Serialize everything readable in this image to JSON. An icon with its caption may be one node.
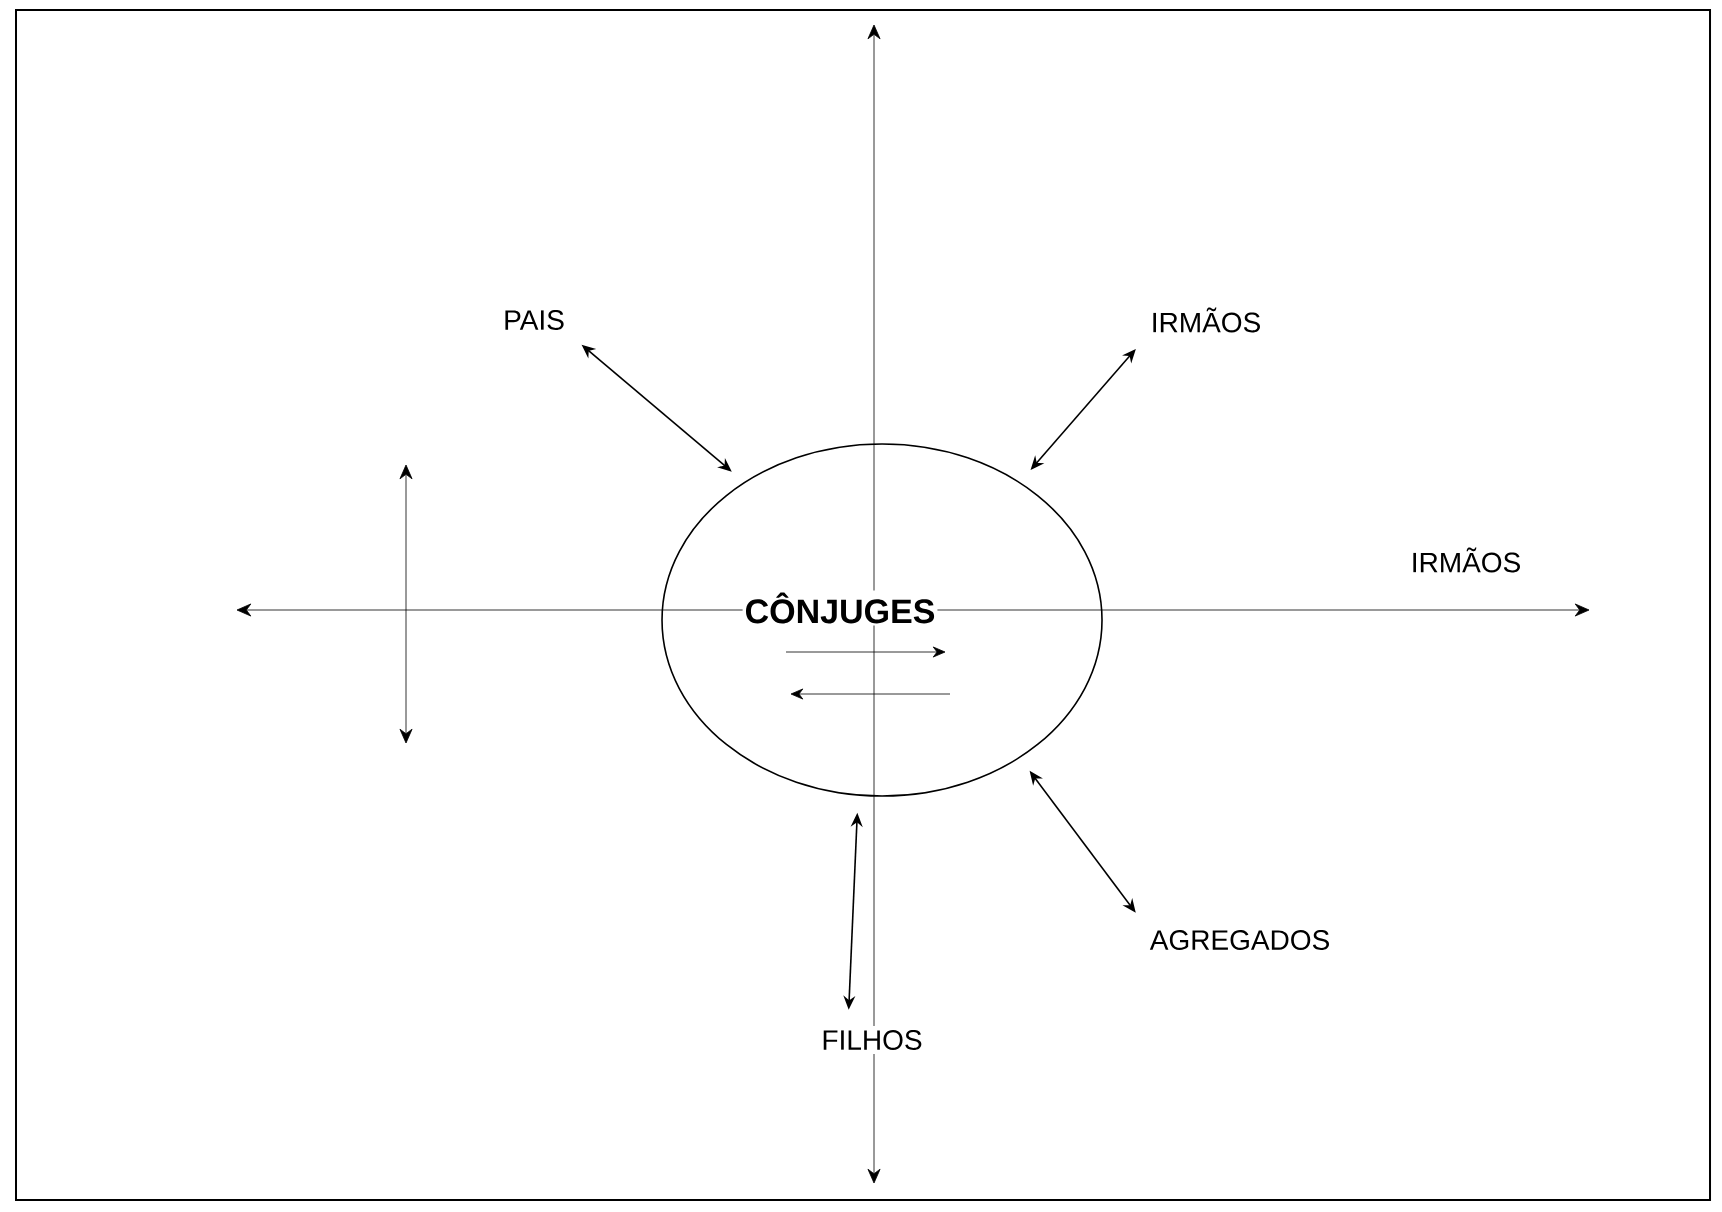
{
  "diagram": {
    "nodes": [
      {
        "text": [
          "CÔNJUGES"
        ]
      },
      {
        "text": [
          "PAIS"
        ]
      },
      {
        "text": [
          "IRMÃOS"
        ]
      },
      {
        "text": [
          "IRMÃOS"
        ]
      },
      {
        "text": [
          "AGREGADOS"
        ]
      },
      {
        "text": [
          "FILHOS"
        ]
      }
    ],
    "edges": [
      {
        "from": 1,
        "to": 0,
        "arrow": "both"
      },
      {
        "from": 2,
        "to": 0,
        "arrow": "both"
      },
      {
        "from": 0,
        "to": 4,
        "arrow": "both"
      },
      {
        "from": 0,
        "to": 5,
        "arrow": "both"
      }
    ]
  }
}
